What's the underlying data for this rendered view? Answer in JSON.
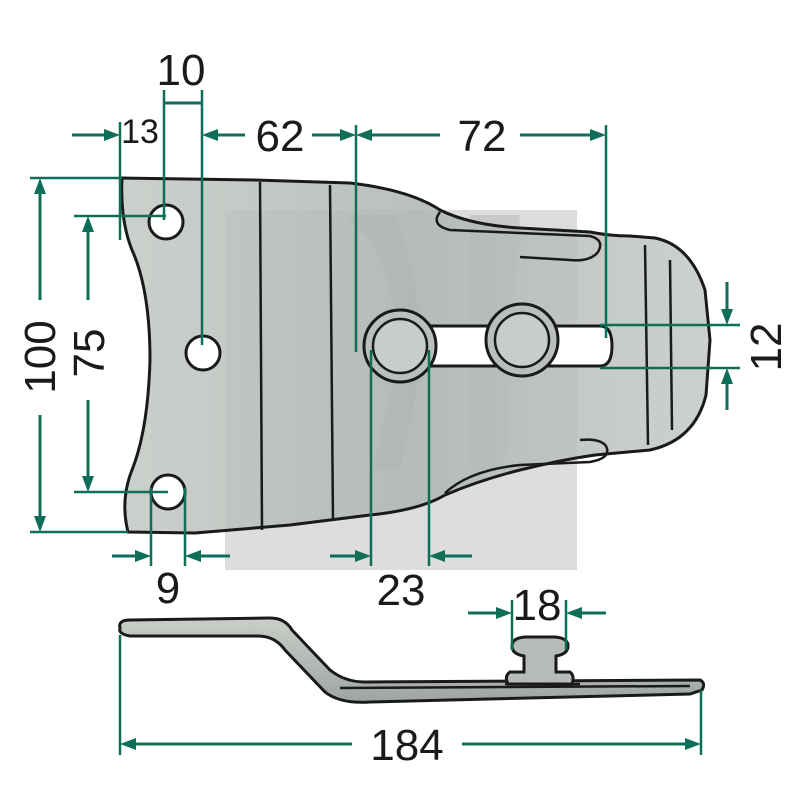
{
  "dimensions": {
    "top_hole_spacing": "10",
    "edge_to_hole": "13",
    "hole_to_slot": "62",
    "slot_length": "72",
    "overall_height": "100",
    "hole_pitch": "75",
    "slot_width": "12",
    "small_hole_diameter": "9",
    "collar_diameter": "23",
    "stud_diameter": "18",
    "overall_length": "184"
  },
  "colors": {
    "dimension": "#0f6e57",
    "part_fill": "#b4bab5",
    "outline": "#1a1a1a",
    "watermark": "#cfcfcf"
  }
}
